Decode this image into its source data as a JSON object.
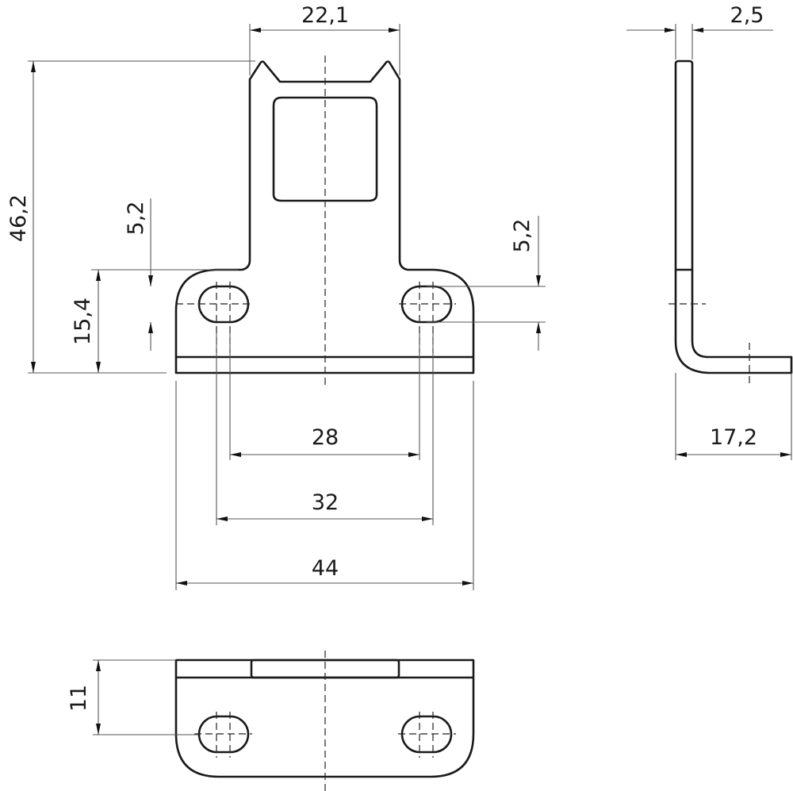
{
  "drawing": {
    "front_view": {
      "dim_stem_width": "22,1",
      "dim_total_height": "46,2",
      "dim_slot_height_left": "5,2",
      "dim_hole_height": "15,4",
      "dim_slot_height_right": "5,2",
      "dim_inner_hole_spacing": "28",
      "dim_outer_hole_spacing": "32",
      "dim_total_width": "44"
    },
    "side_view": {
      "dim_thickness": "2,5",
      "dim_depth": "17,2"
    },
    "bottom_view": {
      "dim_height": "11"
    },
    "line_color": "#1a1a1a"
  }
}
